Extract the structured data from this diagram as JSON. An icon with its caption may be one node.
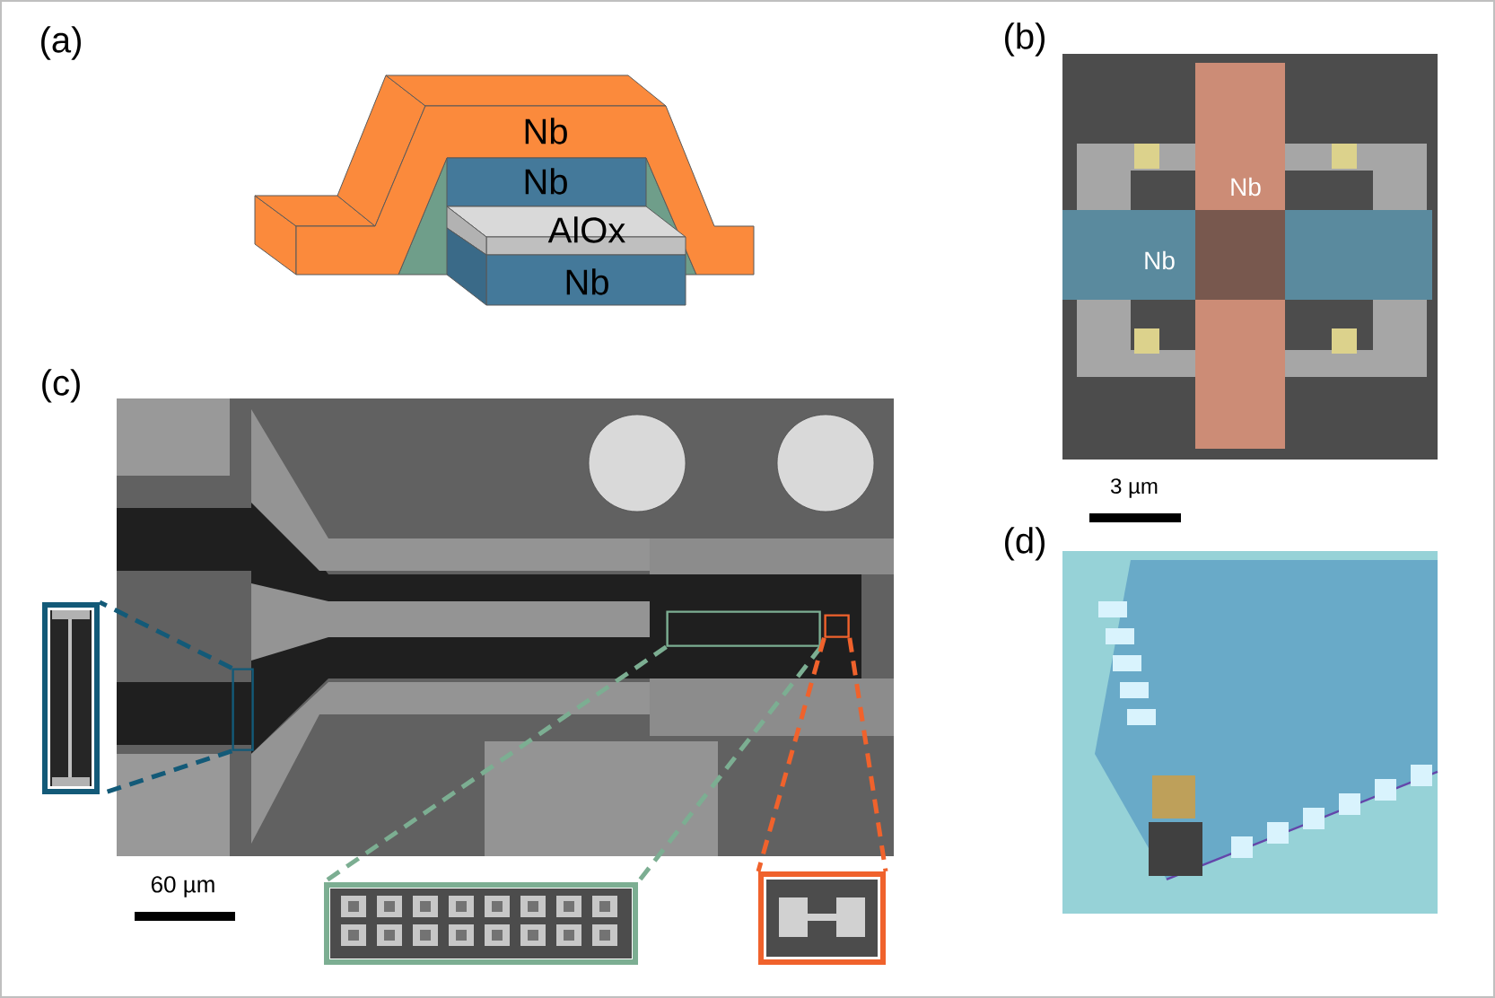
{
  "diagram": {
    "nodes": [
      {
        "text": [
          "Nb"
        ]
      },
      {
        "text": [
          "Nb"
        ]
      },
      {
        "text": [
          "AlOx"
        ]
      },
      {
        "text": [
          "Nb"
        ]
      },
      {
        "text": [],
        "shape": "picture"
      },
      {
        "text": [],
        "shape": "box",
        "in": 4
      },
      {
        "text": [],
        "shape": "box",
        "in": 4
      },
      {
        "text": [],
        "shape": "box",
        "in": 4
      },
      {
        "text": [],
        "shape": "picture"
      },
      {
        "text": [],
        "shape": "picture"
      },
      {
        "text": [],
        "shape": "picture"
      }
    ],
    "edges": [
      {
        "from": 5,
        "to": 8,
        "arrow": "none",
        "style": "dashed",
        "color": "#135a78"
      },
      {
        "from": 5,
        "to": 8,
        "arrow": "none",
        "style": "dashed",
        "color": "#135a78"
      },
      {
        "from": 6,
        "to": 9,
        "arrow": "none",
        "style": "dashed",
        "color": "#7cae92"
      },
      {
        "from": 6,
        "to": 9,
        "arrow": "none",
        "style": "dashed",
        "color": "#7cae92"
      },
      {
        "from": 7,
        "to": 10,
        "arrow": "none",
        "style": "dashed",
        "color": "#f0622c"
      },
      {
        "from": 7,
        "to": 10,
        "arrow": "none",
        "style": "dashed",
        "color": "#f0622c"
      }
    ],
    "labels": [
      "(a)",
      "(b)",
      "(c)",
      "(d)",
      "Nb",
      "Nb",
      "3 µm",
      "60 µm"
    ]
  }
}
